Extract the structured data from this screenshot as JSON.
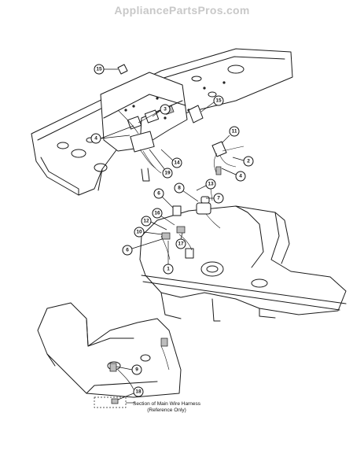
{
  "watermark": {
    "text": "AppliancePartsPros.com",
    "color": "#c8c8c8"
  },
  "diagram": {
    "callouts": [
      {
        "id": "c15a",
        "label": "15"
      },
      {
        "id": "c3",
        "label": "3"
      },
      {
        "id": "c15b",
        "label": "15"
      },
      {
        "id": "c4a",
        "label": "4"
      },
      {
        "id": "c19",
        "label": "19"
      },
      {
        "id": "c14",
        "label": "14"
      },
      {
        "id": "c11",
        "label": "11"
      },
      {
        "id": "c2",
        "label": "2"
      },
      {
        "id": "c4b",
        "label": "4"
      },
      {
        "id": "c13",
        "label": "13"
      },
      {
        "id": "c8",
        "label": "8"
      },
      {
        "id": "c6a",
        "label": "6"
      },
      {
        "id": "c7",
        "label": "7"
      },
      {
        "id": "c16",
        "label": "16"
      },
      {
        "id": "c12",
        "label": "12"
      },
      {
        "id": "c10",
        "label": "10"
      },
      {
        "id": "c17",
        "label": "17"
      },
      {
        "id": "c6b",
        "label": "6"
      },
      {
        "id": "c1",
        "label": "1"
      },
      {
        "id": "c9",
        "label": "9"
      },
      {
        "id": "c18",
        "label": "18"
      }
    ],
    "caption": {
      "line1": "Section of Main Wire Harness",
      "line2": "(Reference Only)"
    }
  }
}
